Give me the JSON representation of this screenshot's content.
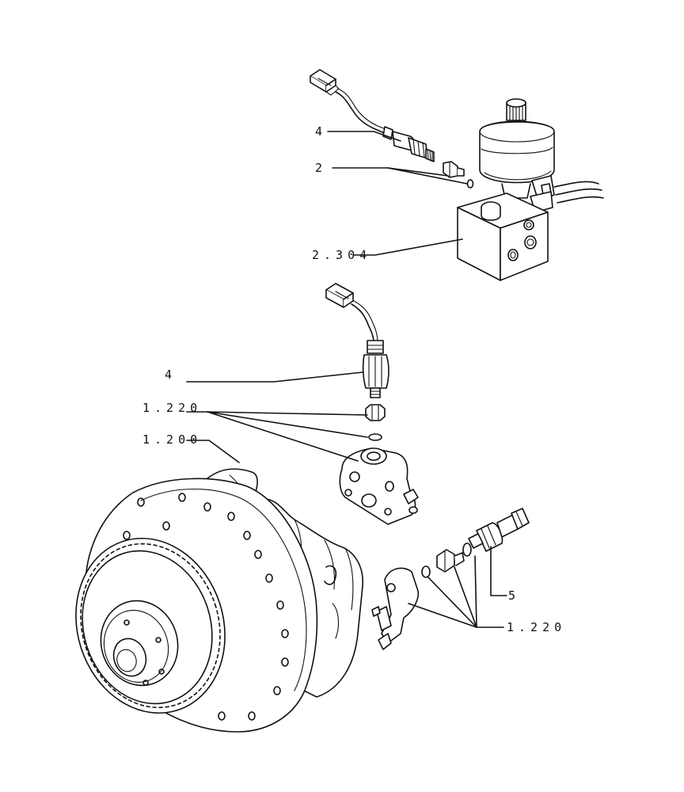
{
  "callouts": {
    "top_sensor_4": "4",
    "top_fitting_2": "2",
    "valve_block_2304": "2.304",
    "mid_sensor_4": "4",
    "mid_fittings_1220": "1.220",
    "motor_1200": "1.200",
    "right_sensor_5": "5",
    "bottom_fittings_1220": "1.220"
  },
  "colors": {
    "line": "#111111",
    "background": "#ffffff"
  }
}
